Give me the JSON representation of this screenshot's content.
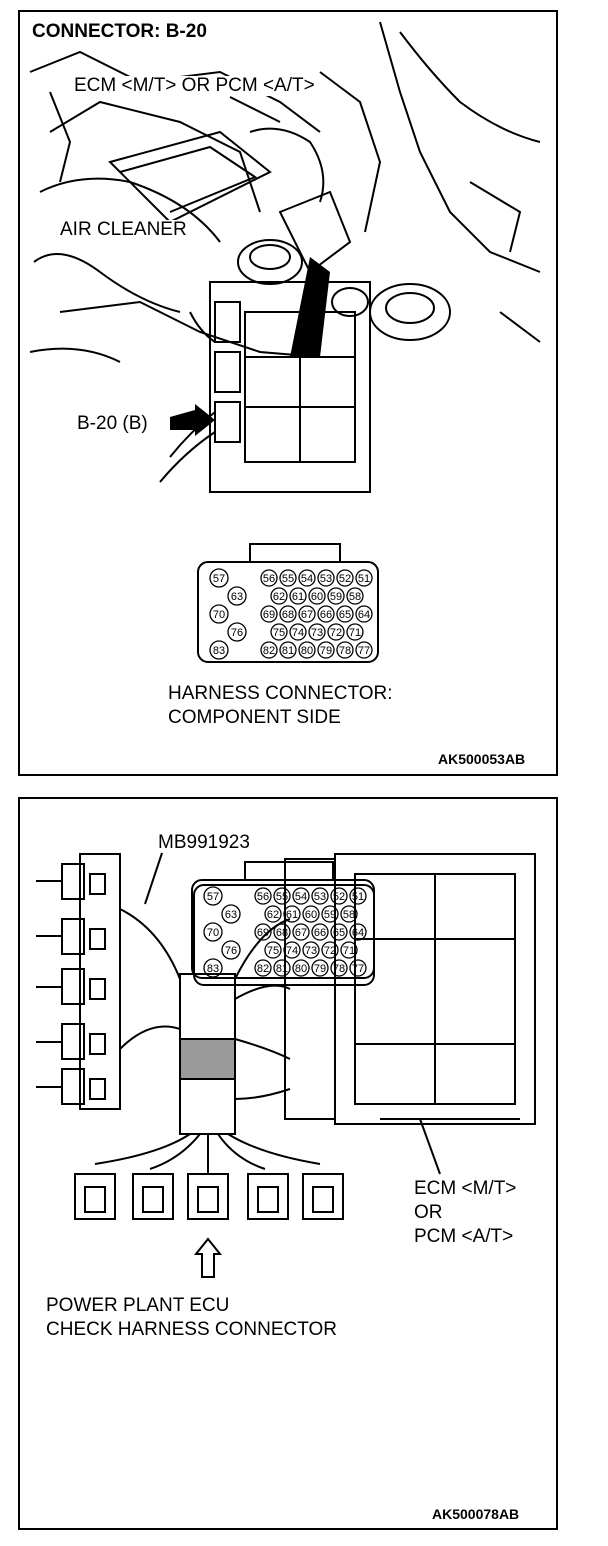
{
  "panel1": {
    "title": "CONNECTOR: B-20",
    "label_ecm": "ECM <M/T> OR PCM <A/T>",
    "label_air_cleaner": "AIR CLEANER",
    "label_connector": "B-20 (B)",
    "harness_label_line1": "HARNESS CONNECTOR:",
    "harness_label_line2": "COMPONENT SIDE",
    "figure_code": "AK500053AB"
  },
  "panel2": {
    "label_tool": "MB991923",
    "label_ecm_line1": "ECM <M/T>",
    "label_ecm_line2": "OR",
    "label_ecm_line3": "PCM <A/T>",
    "label_check_line1": "POWER PLANT ECU",
    "label_check_line2": "CHECK HARNESS CONNECTOR",
    "figure_code": "AK500078AB"
  },
  "connector_pins": {
    "left_column": [
      "57",
      "63",
      "70",
      "76",
      "83"
    ],
    "row1": [
      "56",
      "55",
      "54",
      "53",
      "52",
      "51"
    ],
    "row2": [
      "62",
      "61",
      "60",
      "59",
      "58"
    ],
    "row3": [
      "69",
      "68",
      "67",
      "66",
      "65",
      "64"
    ],
    "row4": [
      "75",
      "74",
      "73",
      "72",
      "71"
    ],
    "row5": [
      "82",
      "81",
      "80",
      "79",
      "78",
      "77"
    ]
  }
}
